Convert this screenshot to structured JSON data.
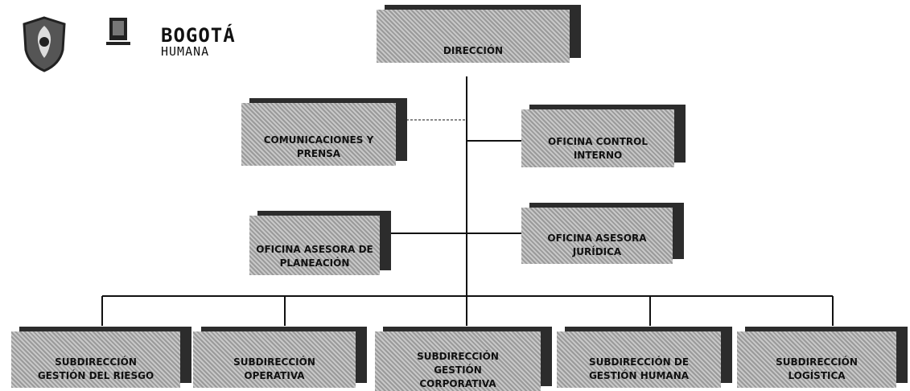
{
  "logos": {
    "brand_line1": "BOGOTÁ",
    "brand_line2": "HUMANA"
  },
  "org": {
    "top": {
      "lines": [
        "DIRECCIÓN"
      ]
    },
    "advisory_left": [
      {
        "lines": [
          "COMUNICACIONES Y",
          "PRENSA"
        ]
      },
      {
        "lines": [
          "OFICINA ASESORA DE",
          "PLANEACIÓN"
        ]
      }
    ],
    "advisory_right": [
      {
        "lines": [
          "OFICINA CONTROL",
          "INTERNO"
        ]
      },
      {
        "lines": [
          "OFICINA ASESORA",
          "JURÍDICA"
        ]
      }
    ],
    "subdirections": [
      {
        "lines": [
          "SUBDIRECCIÓN",
          "GESTIÓN DEL RIESGO"
        ]
      },
      {
        "lines": [
          "SUBDIRECCIÓN",
          "OPERATIVA"
        ]
      },
      {
        "lines": [
          "SUBDIRECCIÓN",
          "GESTIÓN",
          "CORPORATIVA"
        ]
      },
      {
        "lines": [
          "SUBDIRECCIÓN DE",
          "GESTIÓN HUMANA"
        ]
      },
      {
        "lines": [
          "SUBDIRECCIÓN",
          "LOGÍSTICA"
        ]
      }
    ]
  }
}
